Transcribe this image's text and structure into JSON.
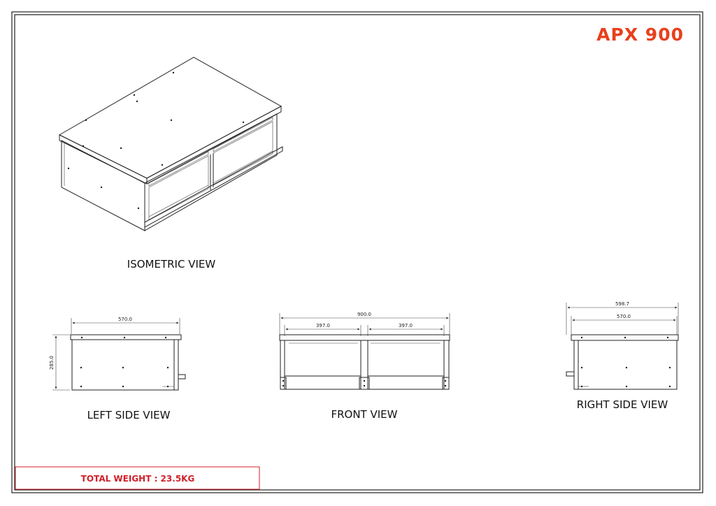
{
  "title_block": {
    "model": "APX 900",
    "weight_text": "TOTAL WEIGHT : 23.5KG"
  },
  "views": {
    "isometric": "ISOMETRIC VIEW",
    "left": "LEFT SIDE VIEW",
    "front": "FRONT VIEW",
    "right": "RIGHT SIDE VIEW"
  },
  "dimensions": {
    "left_width": "570.0",
    "left_height": "285.0",
    "front_total": "900.0",
    "front_left_half": "397.0",
    "front_right_half": "397.0",
    "right_outer": "598.7",
    "right_inner": "570.0"
  },
  "colors": {
    "accent": "#e8401c",
    "weight_text": "#d0202a",
    "weight_border": "#d0202a",
    "line": "#222222"
  }
}
